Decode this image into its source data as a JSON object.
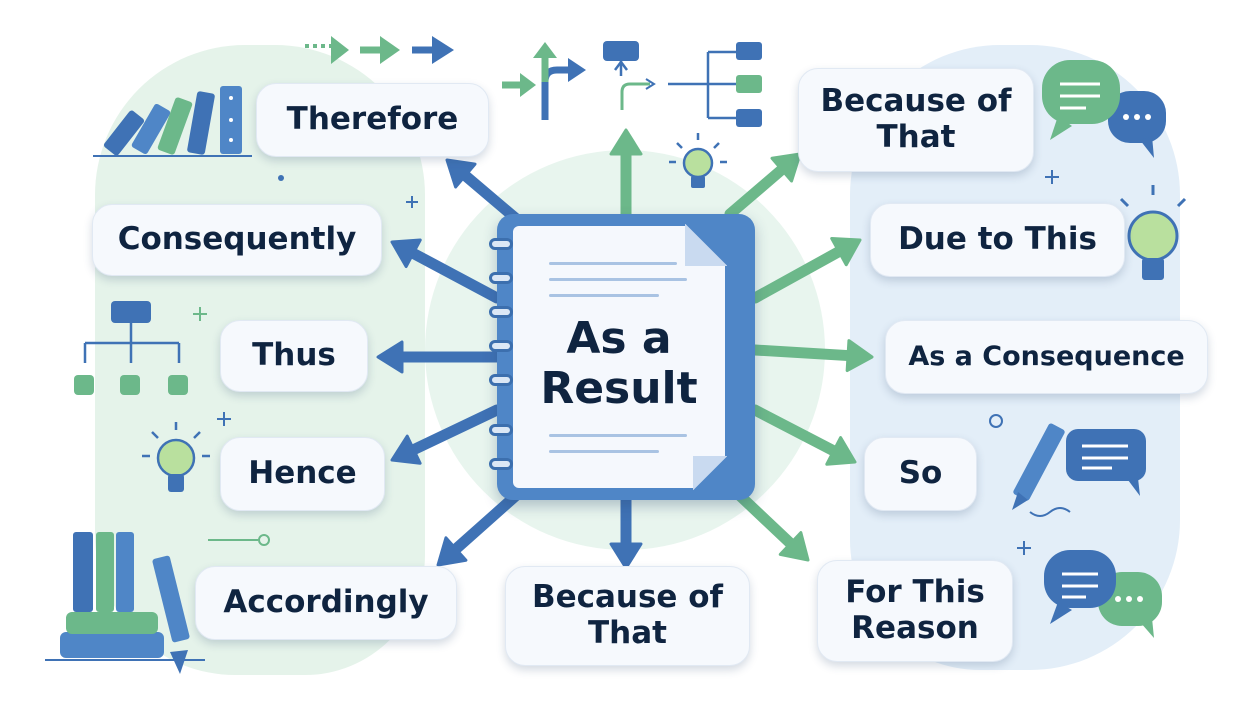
{
  "center": {
    "label": "As a\nResult"
  },
  "synonyms": {
    "therefore": "Therefore",
    "consequently": "Consequently",
    "thus": "Thus",
    "hence": "Hence",
    "accordingly": "Accordingly",
    "because_of_that_bottom": "Because of\nThat",
    "because_of_that_top": "Because of\nThat",
    "due_to_this": "Due to This",
    "as_a_consequence": "As a Consequence",
    "so": "So",
    "for_this_reason": "For This\nReason"
  },
  "colors": {
    "blue": "#3f72b5",
    "green": "#6cb88a",
    "text": "#0f2440"
  },
  "icons": [
    "dominoes-icon",
    "arrows-right-icon",
    "split-arrow-icon",
    "flowchart-icon",
    "branch-tree-icon",
    "lightbulb-icon",
    "speech-bubbles-icon",
    "hierarchy-icon",
    "books-icon",
    "pencil-icon",
    "chat-bubble-icon"
  ]
}
